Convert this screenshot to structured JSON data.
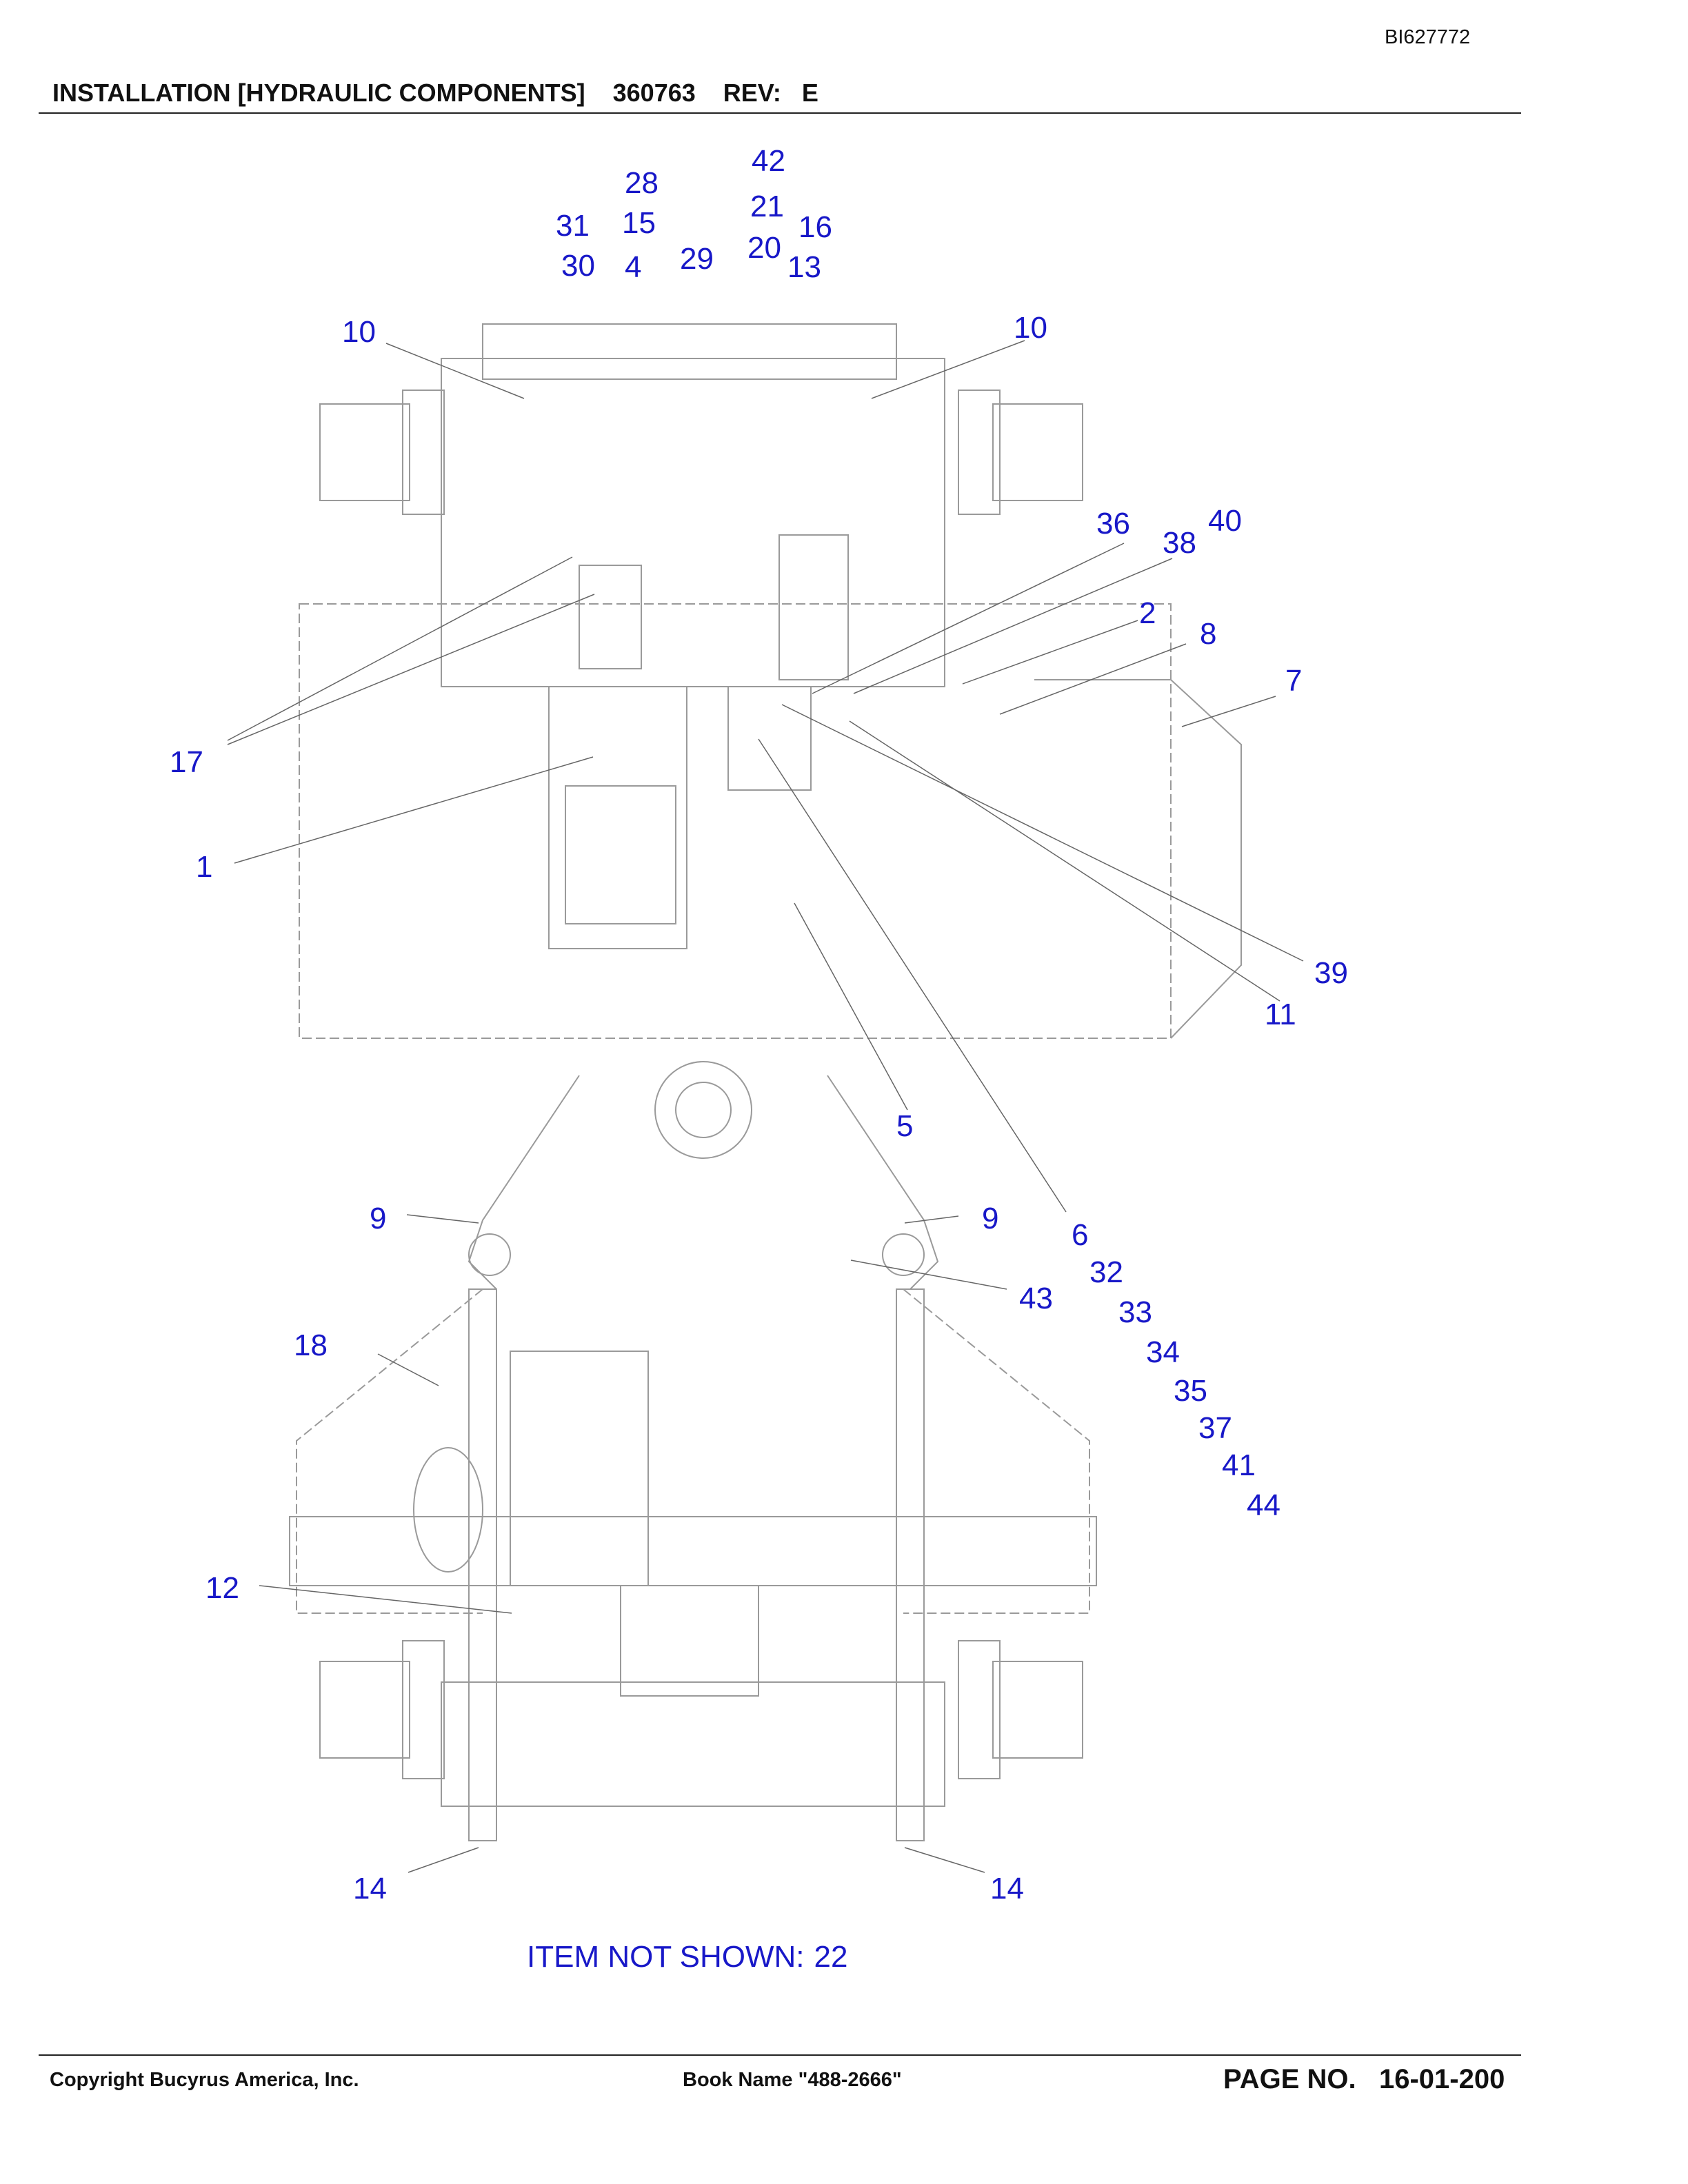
{
  "header": {
    "doc_id": "BI627772",
    "title": "INSTALLATION [HYDRAULIC COMPONENTS]",
    "part_no": "360763",
    "rev_label": "REV:",
    "rev": "E"
  },
  "callouts": {
    "c42": "42",
    "c28": "28",
    "c21": "21",
    "c16": "16",
    "c31": "31",
    "c15": "15",
    "c20": "20",
    "c13": "13",
    "c30": "30",
    "c4": "4",
    "c29": "29",
    "c10a": "10",
    "c10b": "10",
    "c36": "36",
    "c40": "40",
    "c38": "38",
    "c2": "2",
    "c8": "8",
    "c7": "7",
    "c17": "17",
    "c1": "1",
    "c39": "39",
    "c11": "11",
    "c5": "5",
    "c9a": "9",
    "c9b": "9",
    "c6": "6",
    "c32": "32",
    "c43": "43",
    "c33": "33",
    "c18": "18",
    "c34": "34",
    "c35": "35",
    "c37": "37",
    "c41": "41",
    "c44": "44",
    "c12": "12",
    "c14a": "14",
    "c14b": "14"
  },
  "item_not_shown": {
    "label": "ITEM NOT SHOWN:",
    "value": "22"
  },
  "footer": {
    "copyright": "Copyright Bucyrus America, Inc.",
    "book_name": "Book Name \"488-2666\"",
    "page_label": "PAGE NO.",
    "page_no": "16-01-200"
  }
}
